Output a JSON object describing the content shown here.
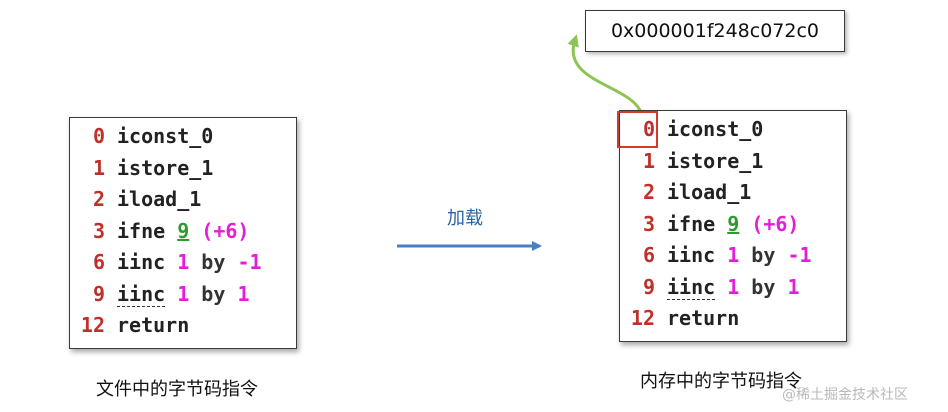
{
  "file_listing": {
    "lines": [
      {
        "offset": "0",
        "tokens": [
          {
            "t": "iconst_0",
            "c": "op"
          }
        ]
      },
      {
        "offset": "1",
        "tokens": [
          {
            "t": "istore_1",
            "c": "op"
          }
        ]
      },
      {
        "offset": "2",
        "tokens": [
          {
            "t": "iload_1",
            "c": "op"
          }
        ]
      },
      {
        "offset": "3",
        "tokens": [
          {
            "t": "ifne ",
            "c": "op"
          },
          {
            "t": "9",
            "c": "grn"
          },
          {
            "t": " (+6)",
            "c": "mag"
          }
        ]
      },
      {
        "offset": "6",
        "tokens": [
          {
            "t": "iinc ",
            "c": "op"
          },
          {
            "t": "1",
            "c": "mag"
          },
          {
            "t": " by ",
            "c": "plain"
          },
          {
            "t": "-1",
            "c": "mag"
          }
        ]
      },
      {
        "offset": "9",
        "tokens": [
          {
            "t": "iinc",
            "c": "op dashed"
          },
          {
            "t": " ",
            "c": "op"
          },
          {
            "t": "1",
            "c": "mag"
          },
          {
            "t": " by ",
            "c": "plain"
          },
          {
            "t": "1",
            "c": "mag"
          }
        ]
      },
      {
        "offset": "12",
        "tokens": [
          {
            "t": "return",
            "c": "op"
          }
        ]
      }
    ],
    "caption": "文件中的字节码指令"
  },
  "memory_listing": {
    "lines": [
      {
        "offset": "0",
        "tokens": [
          {
            "t": "iconst_0",
            "c": "op"
          }
        ]
      },
      {
        "offset": "1",
        "tokens": [
          {
            "t": "istore_1",
            "c": "op"
          }
        ]
      },
      {
        "offset": "2",
        "tokens": [
          {
            "t": "iload_1",
            "c": "op"
          }
        ]
      },
      {
        "offset": "3",
        "tokens": [
          {
            "t": "ifne ",
            "c": "op"
          },
          {
            "t": "9",
            "c": "grn"
          },
          {
            "t": " (+6)",
            "c": "mag"
          }
        ]
      },
      {
        "offset": "6",
        "tokens": [
          {
            "t": "iinc ",
            "c": "op"
          },
          {
            "t": "1",
            "c": "mag"
          },
          {
            "t": " by ",
            "c": "plain"
          },
          {
            "t": "-1",
            "c": "mag"
          }
        ]
      },
      {
        "offset": "9",
        "tokens": [
          {
            "t": "iinc",
            "c": "op dashed"
          },
          {
            "t": " ",
            "c": "op"
          },
          {
            "t": "1",
            "c": "mag"
          },
          {
            "t": " by ",
            "c": "plain"
          },
          {
            "t": "1",
            "c": "mag"
          }
        ]
      },
      {
        "offset": "12",
        "tokens": [
          {
            "t": "return",
            "c": "op"
          }
        ]
      }
    ],
    "caption": "内存中的字节码指令",
    "highlighted_offset": "0"
  },
  "arrow_label": "加载",
  "address": "0x000001f248c072c0",
  "watermark": "@稀土掘金技术社区",
  "colors": {
    "offset": "#c0302a",
    "opcode": "#222222",
    "operand_magenta": "#e21fd6",
    "operand_green": "#2f9a2f",
    "arrow_blue": "#4a7fbf",
    "curve_green": "#8dc454",
    "highlight_red": "#d23a2d"
  }
}
